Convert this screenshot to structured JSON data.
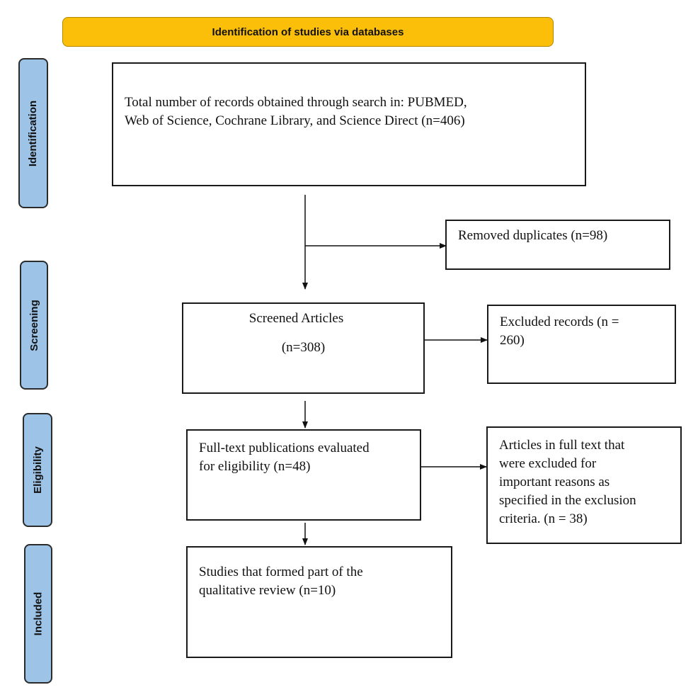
{
  "banner": {
    "label": "Identification of studies via databases"
  },
  "stages": {
    "identification": "Identification",
    "screening": "Screening",
    "eligibility": "Eligibility",
    "included": "Included"
  },
  "boxes": {
    "records_total": {
      "line1": "Total number of records obtained through search in: PUBMED,",
      "line2": "Web of Science, Cochrane Library, and Science Direct (n=406)"
    },
    "duplicates_removed": "Removed duplicates (n=98)",
    "screened": {
      "title": "Screened Articles",
      "count": "(n=308)"
    },
    "excluded_records": {
      "line1": "Excluded records (n =",
      "line2": "260)"
    },
    "fulltext_assessed": {
      "line1": "Full-text publications evaluated",
      "line2": "for eligibility (n=48)"
    },
    "fulltext_excluded": {
      "line1": "Articles in full text that",
      "line2": "were excluded for",
      "line3": "important reasons as",
      "line4": "specified in the exclusion",
      "line5": "criteria. (n = 38)"
    },
    "included_studies": {
      "line1": "Studies that formed part of the",
      "line2": "qualitative review (n=10)"
    }
  },
  "colors": {
    "banner_fill": "#fbbf0a",
    "stage_fill": "#9dc3e6",
    "box_border": "#1a1a1a"
  }
}
